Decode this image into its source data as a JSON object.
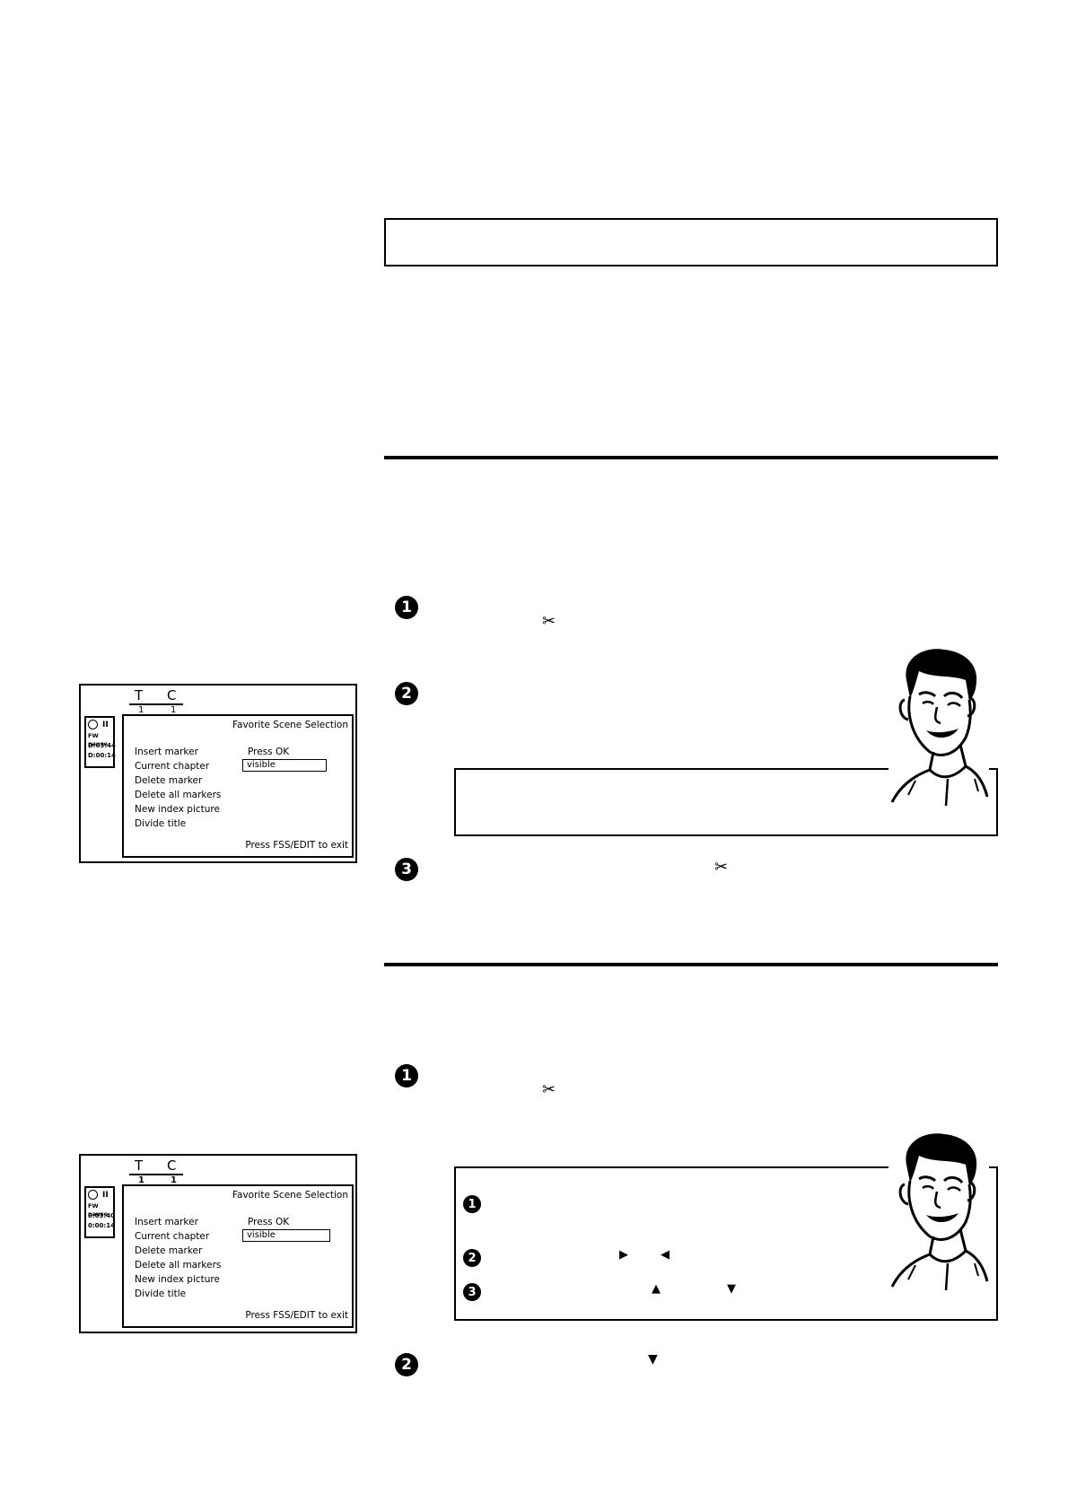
{
  "screen1": {
    "header_t": "T",
    "header_c": "C",
    "t_value": "1",
    "c_value": "1",
    "status": [
      "II",
      "FW pause",
      "D:03:44",
      "D:00:14"
    ],
    "title": "Favorite Scene Selection",
    "menu": [
      "Insert marker",
      "Current chapter",
      "Delete marker",
      "Delete all markers",
      "New index picture",
      "Divide title"
    ],
    "insert_value": "Press OK",
    "chapter_value": "visible",
    "footer": "Press FSS/EDIT to exit"
  },
  "screen2": {
    "header_t": "T",
    "header_c": "C",
    "t_value": "1",
    "c_value": "1",
    "status": [
      "II",
      "FW pause",
      "0:03:40",
      "0:00:14"
    ],
    "title": "Favorite Scene Selection",
    "menu": [
      "Insert marker",
      "Current chapter",
      "Delete marker",
      "Delete all markers",
      "New index picture",
      "Divide title"
    ],
    "insert_value": "Press OK",
    "chapter_value": "visible",
    "footer": "Press FSS/EDIT to exit"
  },
  "steps": {
    "s1": "1",
    "s2": "2",
    "s3": "3",
    "s4": "1",
    "s5": "2"
  },
  "tips": {
    "t1": "1",
    "t2": "2",
    "t3": "3"
  },
  "icons": {
    "scissors": "✂",
    "right": "▶",
    "left": "◀",
    "up": "▲",
    "down": "▼"
  }
}
